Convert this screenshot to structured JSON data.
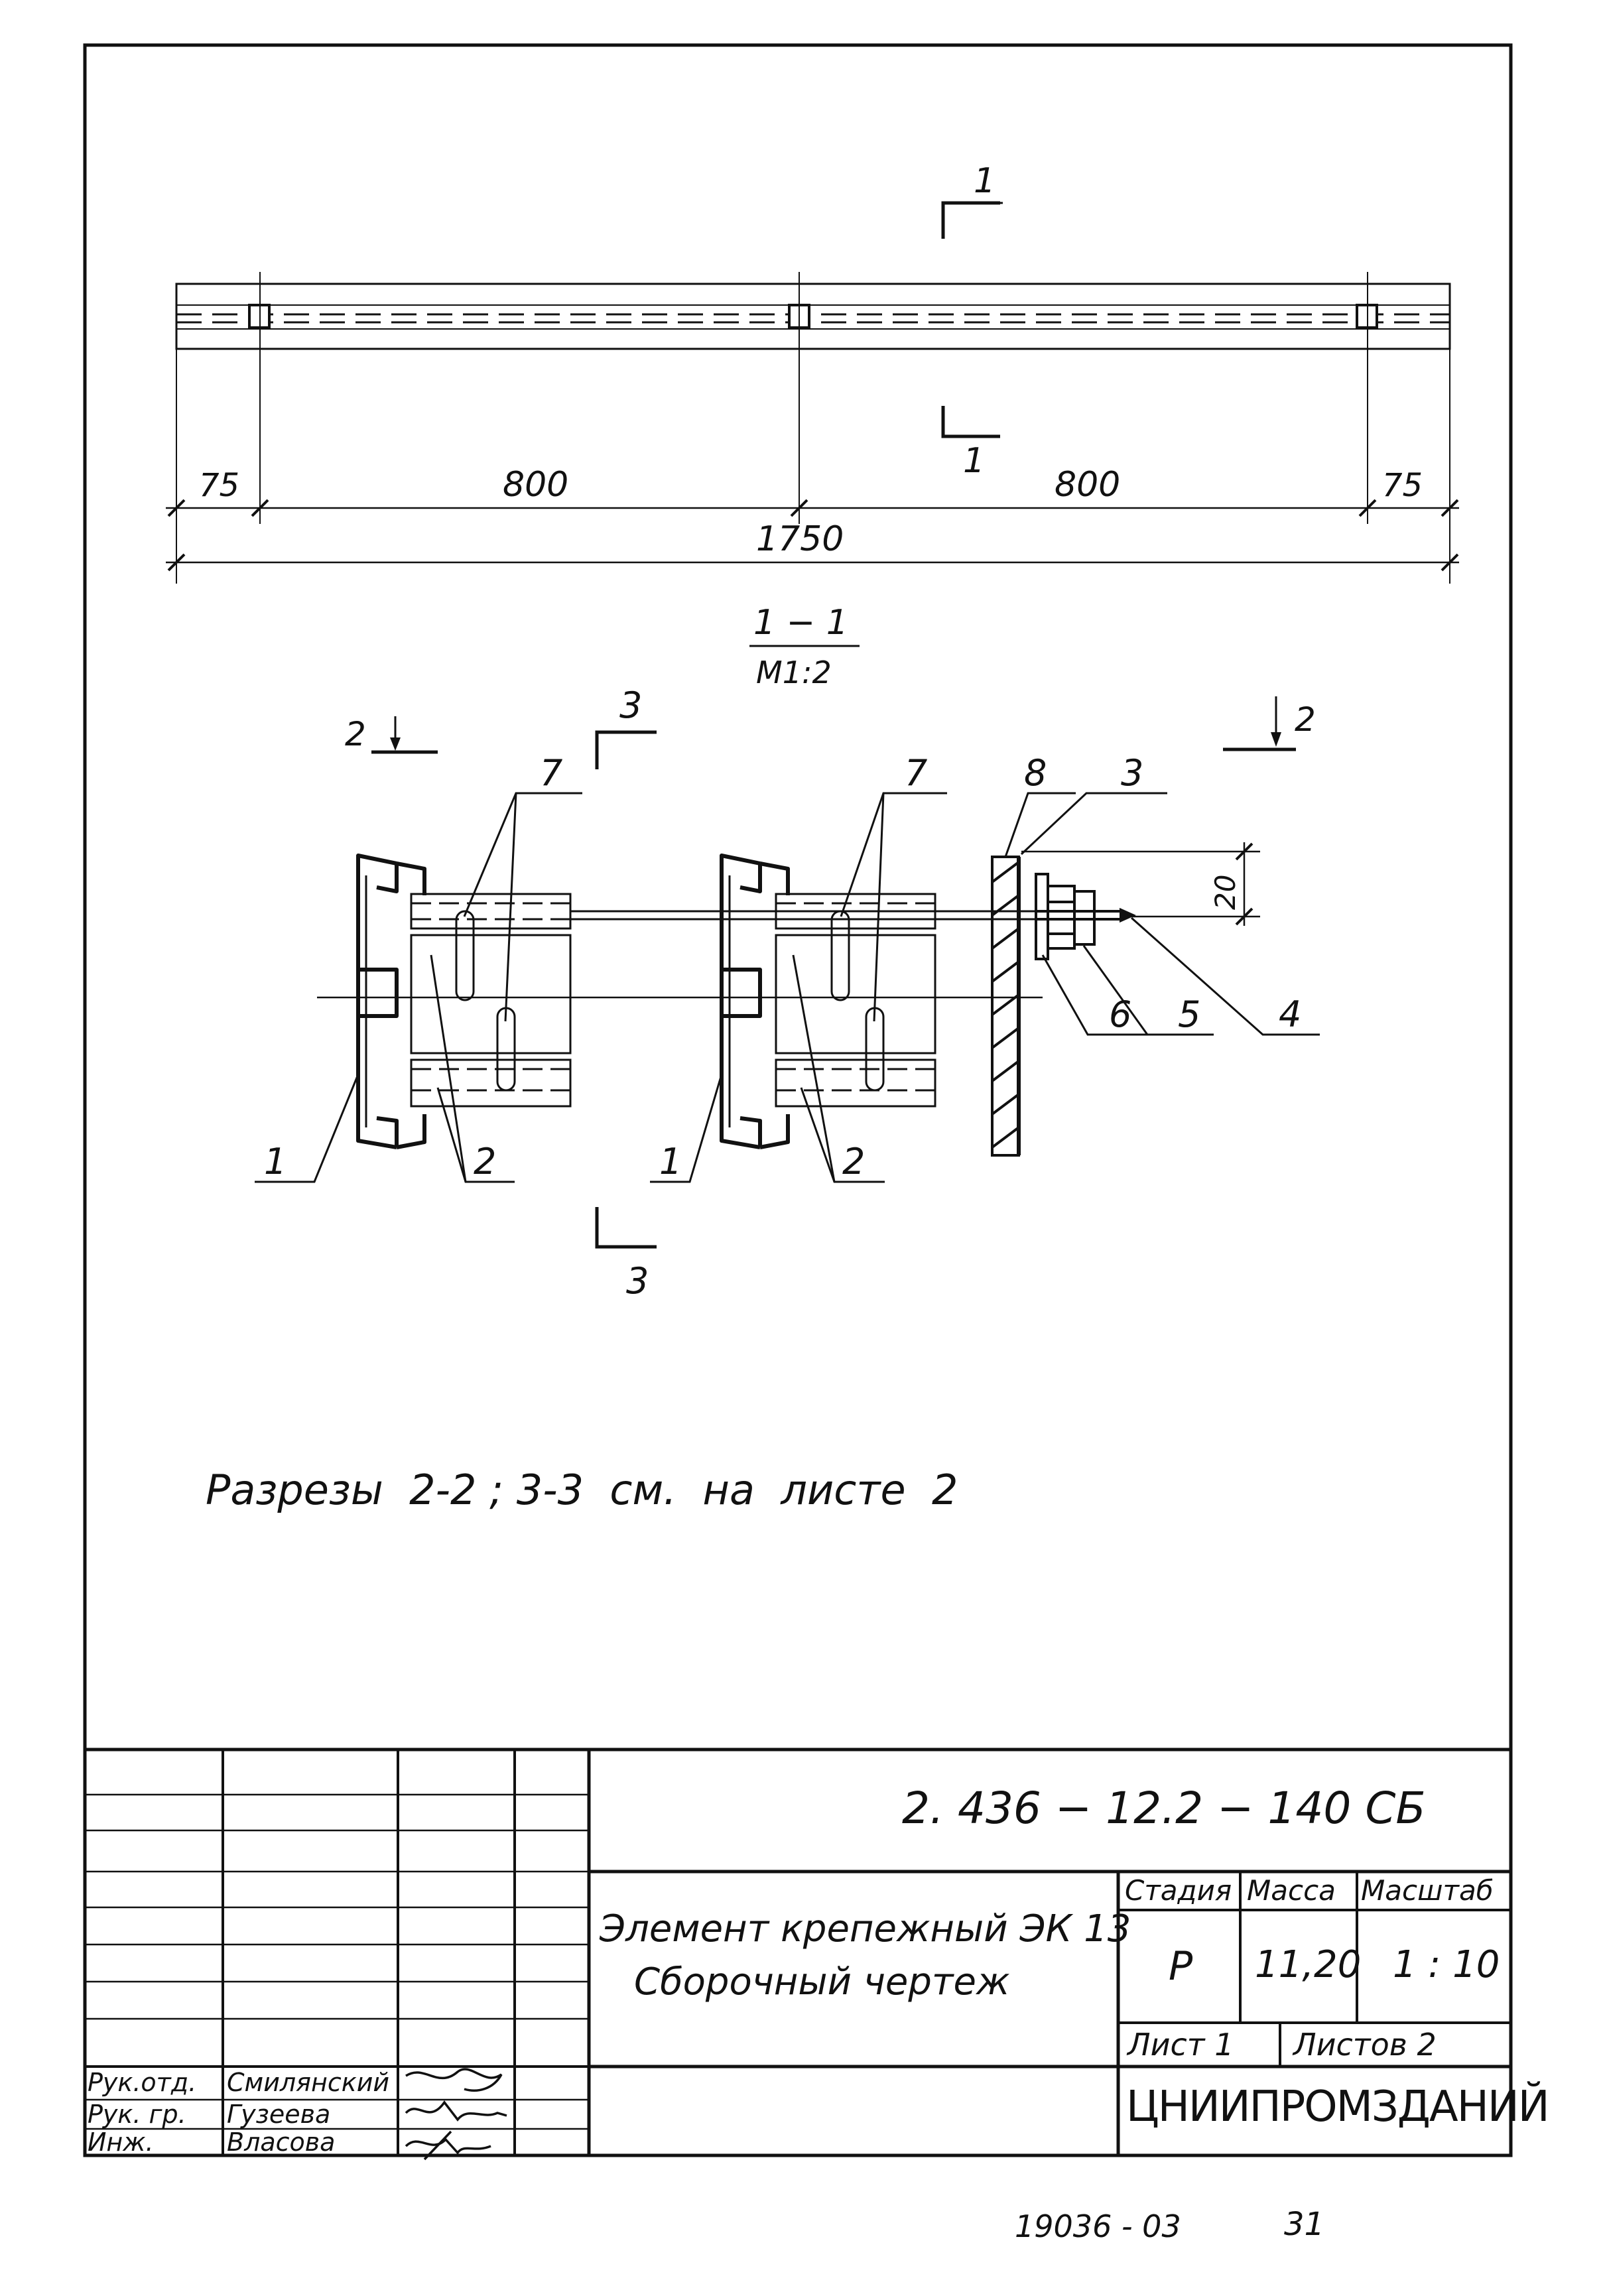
{
  "plan_view": {
    "dimensions": {
      "left_end": "75",
      "span_1": "800",
      "span_2": "800",
      "right_end": "75",
      "overall": "1750"
    },
    "section_mark_top": "1",
    "section_mark_bottom": "1"
  },
  "section_1_1": {
    "title": "1 − 1",
    "scale": "М1:2",
    "cut_mark_2_left": "2",
    "cut_mark_2_right": "2",
    "cut_mark_3_top": "3",
    "cut_mark_3_bottom": "3",
    "dim_20": "20",
    "callouts": [
      "1",
      "2",
      "7",
      "1",
      "2",
      "7",
      "8",
      "3",
      "4",
      "5",
      "6"
    ]
  },
  "note": "Разрезы  2-2 ; 3-3  см.  на  листе  2",
  "title_block": {
    "document_code": "2. 436 − 12.2 − 140 СБ",
    "element_name": "Элемент крепежный ЭК 13",
    "drawing_type": "Сборочный чертеж",
    "stage_header": "Стадия",
    "mass_header": "Масса",
    "scale_header": "Масштаб",
    "stage": "Р",
    "mass": "11,20",
    "scale": "1 : 10",
    "sheet": "Лист 1",
    "sheets": "Листов 2",
    "organization": "ЦНИИПРОМЗДАНИЙ",
    "signatures": [
      {
        "role": "Рук.отд.",
        "name": "Смилянский"
      },
      {
        "role": "Рук. гр.",
        "name": "Гузеева"
      },
      {
        "role": "Инж.",
        "name": "Власова"
      }
    ]
  },
  "footer": {
    "archive_number": "19036 - 03",
    "page": "31"
  }
}
